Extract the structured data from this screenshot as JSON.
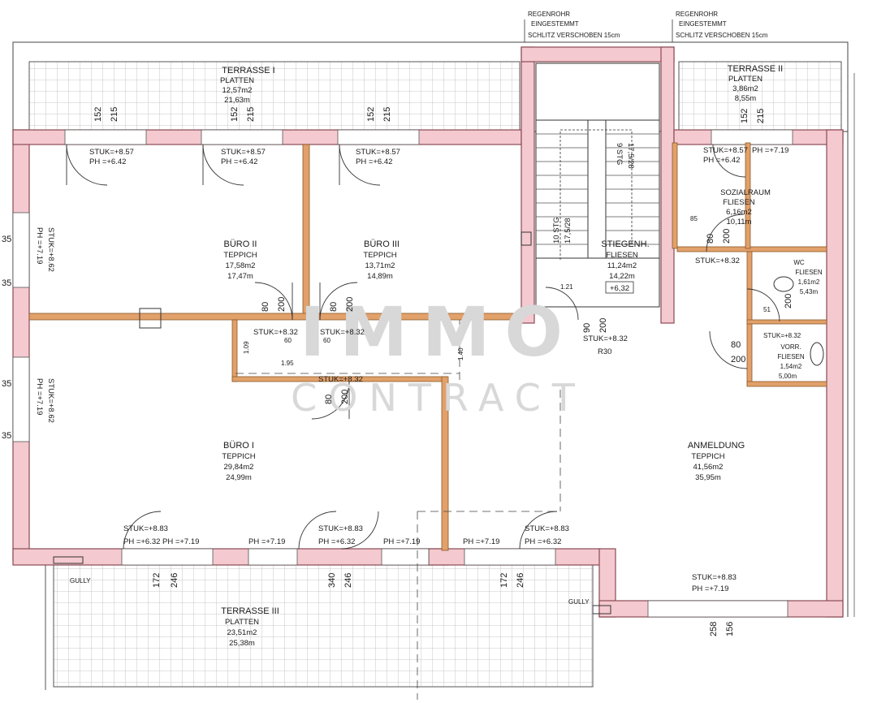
{
  "watermark": {
    "line1": "IMMO",
    "line2": "CONTRACT"
  },
  "rooms": {
    "terrace1": {
      "name": "TERRASSE I",
      "floor": "PLATTEN",
      "area": "12,57m2",
      "perimeter": "21,63m"
    },
    "terrace2": {
      "name": "TERRASSE II",
      "floor": "PLATTEN",
      "area": "3,86m2",
      "perimeter": "8,55m"
    },
    "terrace3": {
      "name": "TERRASSE III",
      "floor": "PLATTEN",
      "area": "23,51m2",
      "perimeter": "25,38m"
    },
    "buero2": {
      "name": "BÜRO II",
      "floor": "TEPPICH",
      "area": "17,58m2",
      "perimeter": "17,47m"
    },
    "buero3": {
      "name": "BÜRO III",
      "floor": "TEPPICH",
      "area": "13,71m2",
      "perimeter": "14,89m"
    },
    "buero1": {
      "name": "BÜRO I",
      "floor": "TEPPICH",
      "area": "29,84m2",
      "perimeter": "24,99m"
    },
    "stiegenhaus": {
      "name": "STIEGENH.",
      "floor": "FLIESEN",
      "area": "11,24m2",
      "perimeter": "14,22m",
      "level": "+6,32"
    },
    "sozialraum": {
      "name": "SOZIALRAUM",
      "floor": "FLIESEN",
      "area": "6,16m2",
      "perimeter": "10,11m"
    },
    "wc": {
      "name": "WC",
      "floor": "FLIESEN",
      "area": "1,61m2",
      "perimeter": "5,43m"
    },
    "vorraum": {
      "name": "VORR.",
      "floor": "FLIESEN",
      "area": "1,54m2",
      "perimeter": "5,00m"
    },
    "anmeldung": {
      "name": "ANMELDUNG",
      "floor": "TEPPICH",
      "area": "41,56m2",
      "perimeter": "35,95m"
    }
  },
  "notes": {
    "downpipe1_a": "REGENROHR",
    "downpipe1_b": "EINGESTEMMT",
    "downpipe1_c": "SCHLITZ VERSCHOBEN 15cm",
    "downpipe2_a": "REGENROHR",
    "downpipe2_b": "EINGESTEMMT",
    "downpipe2_c": "SCHLITZ VERSCHOBEN 15cm",
    "gully_left": "GULLY",
    "gully_right": "GULLY",
    "stairs_upper": "9 STG",
    "stairs_upper_ratio": "17,5/28",
    "stairs_lower": "10 STG",
    "stairs_lower_ratio": "17,5/28",
    "r30": "R30",
    "d121": "1.21"
  },
  "levels": {
    "stuk857": "STUK=+8.57",
    "ph642": "PH =+6.42",
    "ph719": "PH =+7.19",
    "ph632": "PH =+6.32",
    "ph719b": "PH =+7.19",
    "stuk832": "STUK=+8.32",
    "stuk883": "STUK=+8.83",
    "stuk862": "STUK=+8.62",
    "ph719v": "PH =+7.19"
  },
  "dims": {
    "d152": "152",
    "d215": "215",
    "d80": "80",
    "d200": "200",
    "d60": "60",
    "d109": "1.09",
    "d195": "1.95",
    "d140": "1.40",
    "d172": "172",
    "d246": "246",
    "d340": "340",
    "d258": "258",
    "d156": "156",
    "d35": "35",
    "d85": "85",
    "d51": "51",
    "d90": "90"
  }
}
